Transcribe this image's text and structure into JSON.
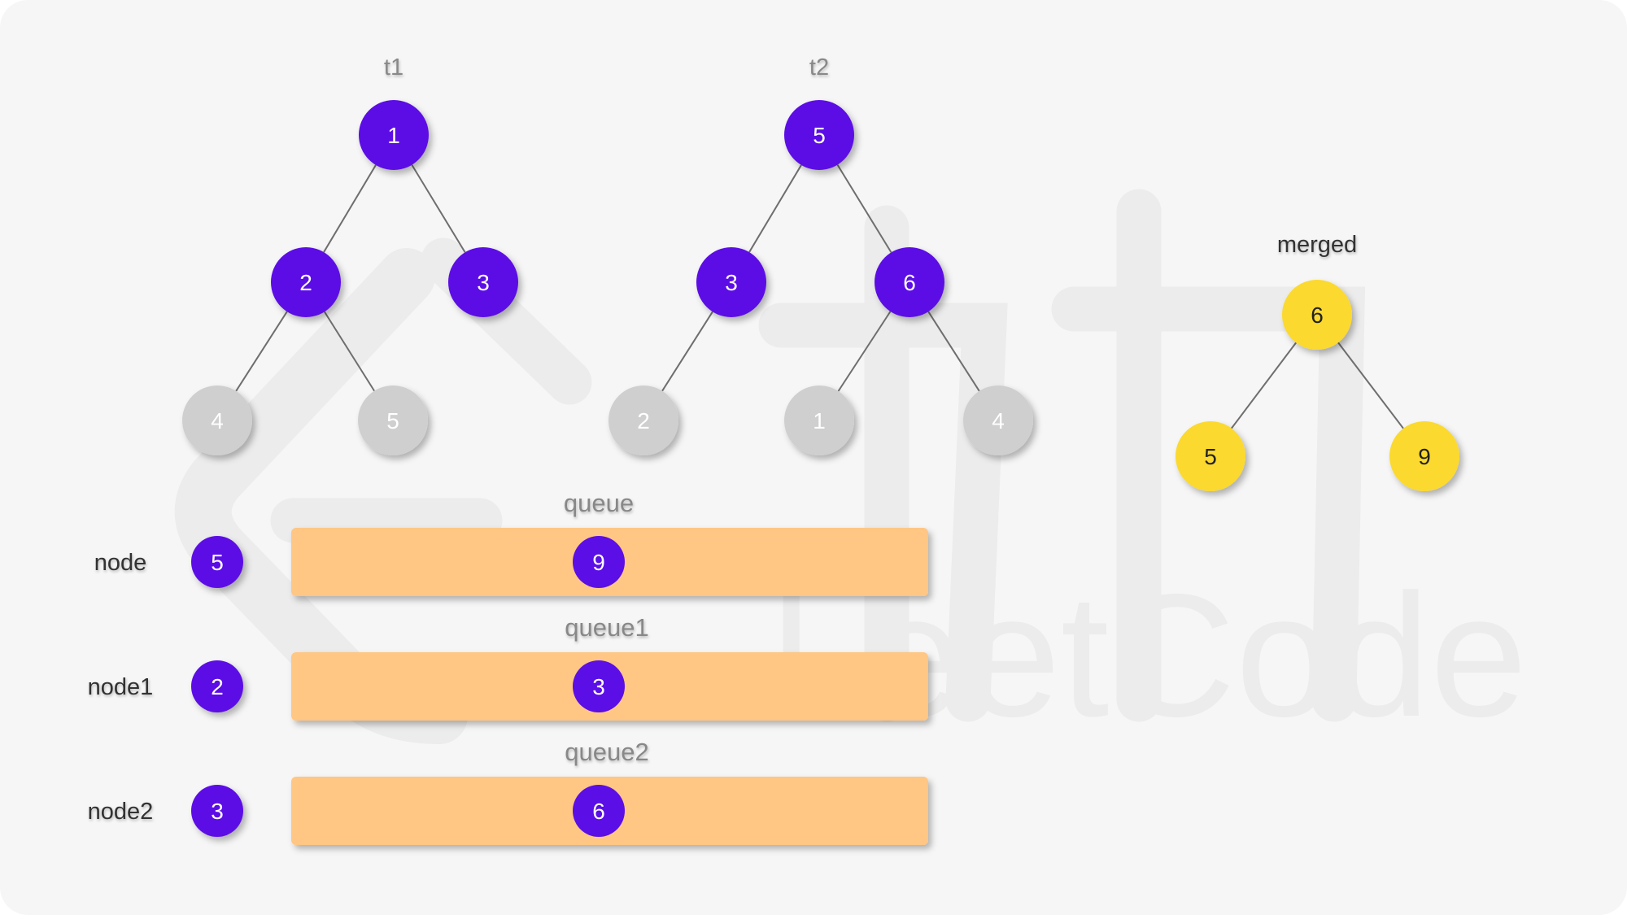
{
  "colors": {
    "background": "#f6f6f6",
    "active_node": "#5b0ee5",
    "inactive_node": "#cfcfcf",
    "merged_node": "#fbd92d",
    "queue_bar": "#ffc684",
    "edge": "#6e6e6e",
    "label_text": "#333333",
    "tree_label_text": "#888888",
    "watermark": "#ececec"
  },
  "watermark": {
    "text": "LeetCode"
  },
  "trees": [
    {
      "id": "t1",
      "label": "t1",
      "nodes": [
        {
          "id": "a",
          "value": "1",
          "state": "active"
        },
        {
          "id": "b",
          "value": "2",
          "state": "active"
        },
        {
          "id": "c",
          "value": "3",
          "state": "active"
        },
        {
          "id": "d",
          "value": "4",
          "state": "inactive"
        },
        {
          "id": "e",
          "value": "5",
          "state": "inactive"
        }
      ],
      "edges": [
        [
          "a",
          "b"
        ],
        [
          "a",
          "c"
        ],
        [
          "b",
          "d"
        ],
        [
          "b",
          "e"
        ]
      ]
    },
    {
      "id": "t2",
      "label": "t2",
      "nodes": [
        {
          "id": "a",
          "value": "5",
          "state": "active"
        },
        {
          "id": "b",
          "value": "3",
          "state": "active"
        },
        {
          "id": "c",
          "value": "6",
          "state": "active"
        },
        {
          "id": "d",
          "value": "2",
          "state": "inactive"
        },
        {
          "id": "e",
          "value": "1",
          "state": "inactive"
        },
        {
          "id": "f",
          "value": "4",
          "state": "inactive"
        }
      ],
      "edges": [
        [
          "a",
          "b"
        ],
        [
          "a",
          "c"
        ],
        [
          "b",
          "d"
        ],
        [
          "c",
          "e"
        ],
        [
          "c",
          "f"
        ]
      ]
    },
    {
      "id": "merged",
      "label": "merged",
      "nodes": [
        {
          "id": "a",
          "value": "6",
          "state": "merged"
        },
        {
          "id": "b",
          "value": "5",
          "state": "merged"
        },
        {
          "id": "c",
          "value": "9",
          "state": "merged"
        }
      ],
      "edges": [
        [
          "a",
          "b"
        ],
        [
          "a",
          "c"
        ]
      ]
    }
  ],
  "rows": [
    {
      "label": "node",
      "node_value": "5",
      "queue_label": "queue",
      "queue_items": [
        "9"
      ]
    },
    {
      "label": "node1",
      "node_value": "2",
      "queue_label": "queue1",
      "queue_items": [
        "3"
      ]
    },
    {
      "label": "node2",
      "node_value": "3",
      "queue_label": "queue2",
      "queue_items": [
        "6"
      ]
    }
  ]
}
